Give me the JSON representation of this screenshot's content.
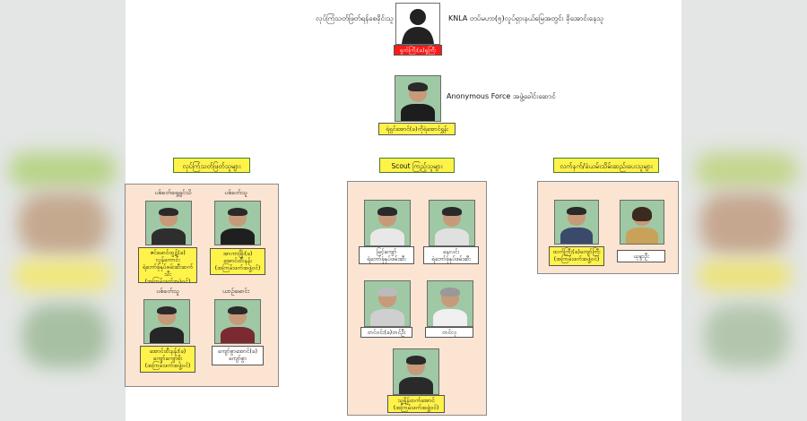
{
  "top_person": {
    "left_label": "လုပ်ကြံသတ်ဖြတ်ရန်စေခိုင်းသူ",
    "right_label": "KNLA တပ်မဟာ(၅)လှုပ်ရှားနယ်မြေအတွင်း ခိုအောင်းနေသူ",
    "name": "ရှက်ကြီး(ခ)ရှကြီး"
  },
  "leader": {
    "side_label": "Anonymous Force အဖွဲ့ခေါင်းဆောင်",
    "name": "ရဲရှင်အောင်(ခ)ကိုရဲအောင်ရွှန်း"
  },
  "groups": [
    {
      "title": "လုပ်ကြံသတ်ဖြတ်သူများ",
      "members": [
        {
          "role": "ပစ်ခတ်ရှေ့ရှင်သိ",
          "caption": "ဇင်မောင်ထွဋ်(ခ)\nလွန်ကောင်း\nရဲဘော်ခုံနုပ်ဖမ်းဆီးဆက်သီး\n(အကြမ်းဖက်အဖွဲ့ဝင်)",
          "color": "yellow"
        },
        {
          "role": "ပစ်ခတ်သူ",
          "caption": "အာကာဖြိုး(ခ)\nအောင်ထီးနန်း\n(အကြမ်းဖက်အဖွဲ့ဝင်)",
          "color": "yellow"
        },
        {
          "role": "ပစ်ခတ်သူ",
          "caption": "အောင်ထီးနန်း(ခ)\nကျော်ကျော်စိုး\n(အကြမ်းဖက်အဖွဲ့ဝင်)",
          "color": "yellow"
        },
        {
          "role": "ယာဉ်မောင်း",
          "caption": "ကျော်စွာအောင်(ခ)\nကျော်စွာ",
          "color": "white"
        }
      ]
    },
    {
      "title": "Scout ကြည့်သူများ",
      "members": [
        {
          "caption": "မြင့်ကျော်\nရဲဘော်ခုံနုပ်ဖမ်းဆီး",
          "color": "white"
        },
        {
          "caption": "နေလင်း\nရဲဘော်ခုံနုပ်ဖမ်းဆီး",
          "color": "white"
        },
        {
          "caption": "တင်ဝင်း(ခ)တင်ဦး",
          "color": "white"
        },
        {
          "caption": "တင်လှ",
          "color": "white"
        },
        {
          "caption": "သူရိန်ထက်အောင်\n(အကြမ်းဖက်အဖွဲ့ဝင်)",
          "color": "yellow"
        }
      ]
    },
    {
      "title": "လက်နက်/ခဲယမ်းသိမ်းဆည်းပေးသူများ",
      "members": [
        {
          "caption": "ထက်ကြီး(ခ)ကျော်ကြီး\n(အကြမ်းဖက်အဖွဲ့ဝင်)",
          "color": "yellow"
        },
        {
          "caption": "ယုန္ဒာဦး",
          "color": "white"
        }
      ]
    }
  ],
  "colors": {
    "caption_yellow": "#fff34a",
    "panel_bg": "#fbe4d2",
    "red_caption": "#ff1a1a",
    "photo_bg": "#9fc8a4"
  }
}
